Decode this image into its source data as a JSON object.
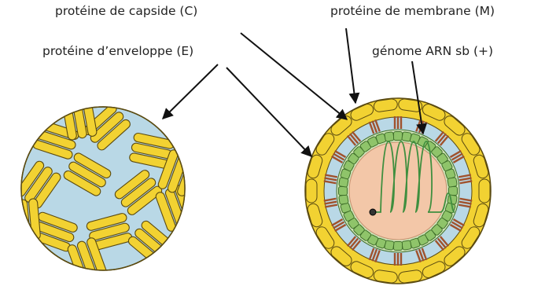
{
  "labels": {
    "capsid": "protéine de capside (C)",
    "envelope": "protéine d’enveloppe (E)",
    "membrane": "protéine de membrane (M)",
    "genome": "génome ARN sb (+)"
  },
  "colors": {
    "envelope_fill": "#f2d232",
    "envelope_stroke": "#5a4a10",
    "lipid_fill": "#b9d8e6",
    "membrane_protein": "#a0522d",
    "capsid_fill": "#8fc46a",
    "capsid_stroke": "#3f6f2a",
    "genome_fill": "#f3c7a8",
    "rna_stroke": "#3f8f3f",
    "arrow": "#111111"
  },
  "icons": [
    "arrow-icon"
  ]
}
